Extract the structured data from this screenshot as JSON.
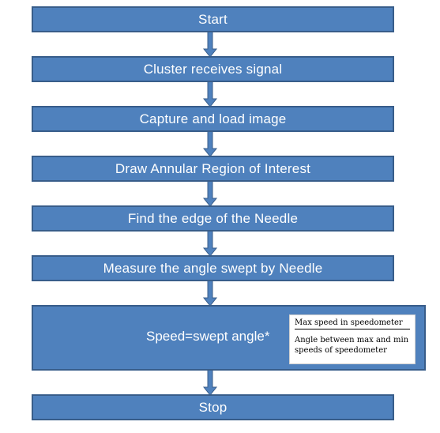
{
  "flowchart": {
    "steps": [
      {
        "label": "Start"
      },
      {
        "label": "Cluster receives signal"
      },
      {
        "label": "Capture and load image"
      },
      {
        "label": "Draw Annular Region of Interest"
      },
      {
        "label": "Find the edge of the Needle"
      },
      {
        "label": "Measure the angle swept by Needle"
      },
      {
        "label": "Speed=swept angle*"
      },
      {
        "label": "Stop"
      }
    ],
    "formula": {
      "numerator": "Max speed in speedometer",
      "denominator": "Angle between max and min speeds of speedometer"
    },
    "colors": {
      "box_fill": "#4f81bd",
      "box_border": "#385d8a",
      "arrow": "#385d8a",
      "text": "#ffffff"
    }
  }
}
